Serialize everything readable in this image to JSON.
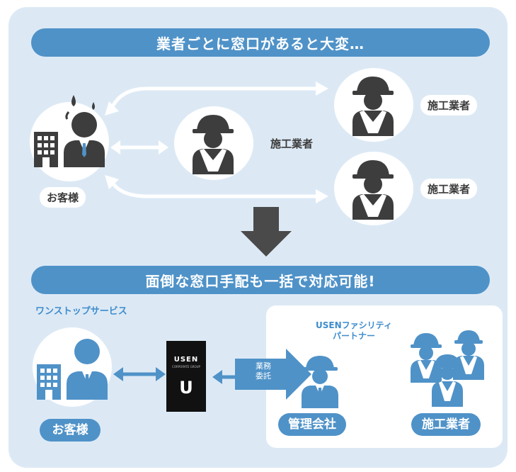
{
  "top_banner": "業者ごとに窓口があると大変…",
  "bottom_banner": "面倒な窓口手配も一括で対応可能!",
  "customer_label": "お客様",
  "contractor_label_center": "施工業者",
  "contractor_label_top": "施工業者",
  "contractor_label_bottom": "施工業者",
  "one_stop_label": "ワンストップサービス",
  "bottom_customer_pill": "お客様",
  "usen_logo_text": "USEN",
  "usen_logo_sub": "CORPORATE GROUP",
  "usen_logo_letter": "U",
  "delegation_label_line1": "業務",
  "delegation_label_line2": "委託",
  "facility_partner_line1": "USENファシリティ",
  "facility_partner_line2": "パートナー",
  "management_company_pill": "管理会社",
  "contractors_pill": "施工業者",
  "colors": {
    "panel": "#dce9f5",
    "banner": "#4f92c8",
    "arrow_dark": "#4a4a4a",
    "person_blue": "#4f92c8",
    "worker_dark": "#3d3d3d"
  }
}
